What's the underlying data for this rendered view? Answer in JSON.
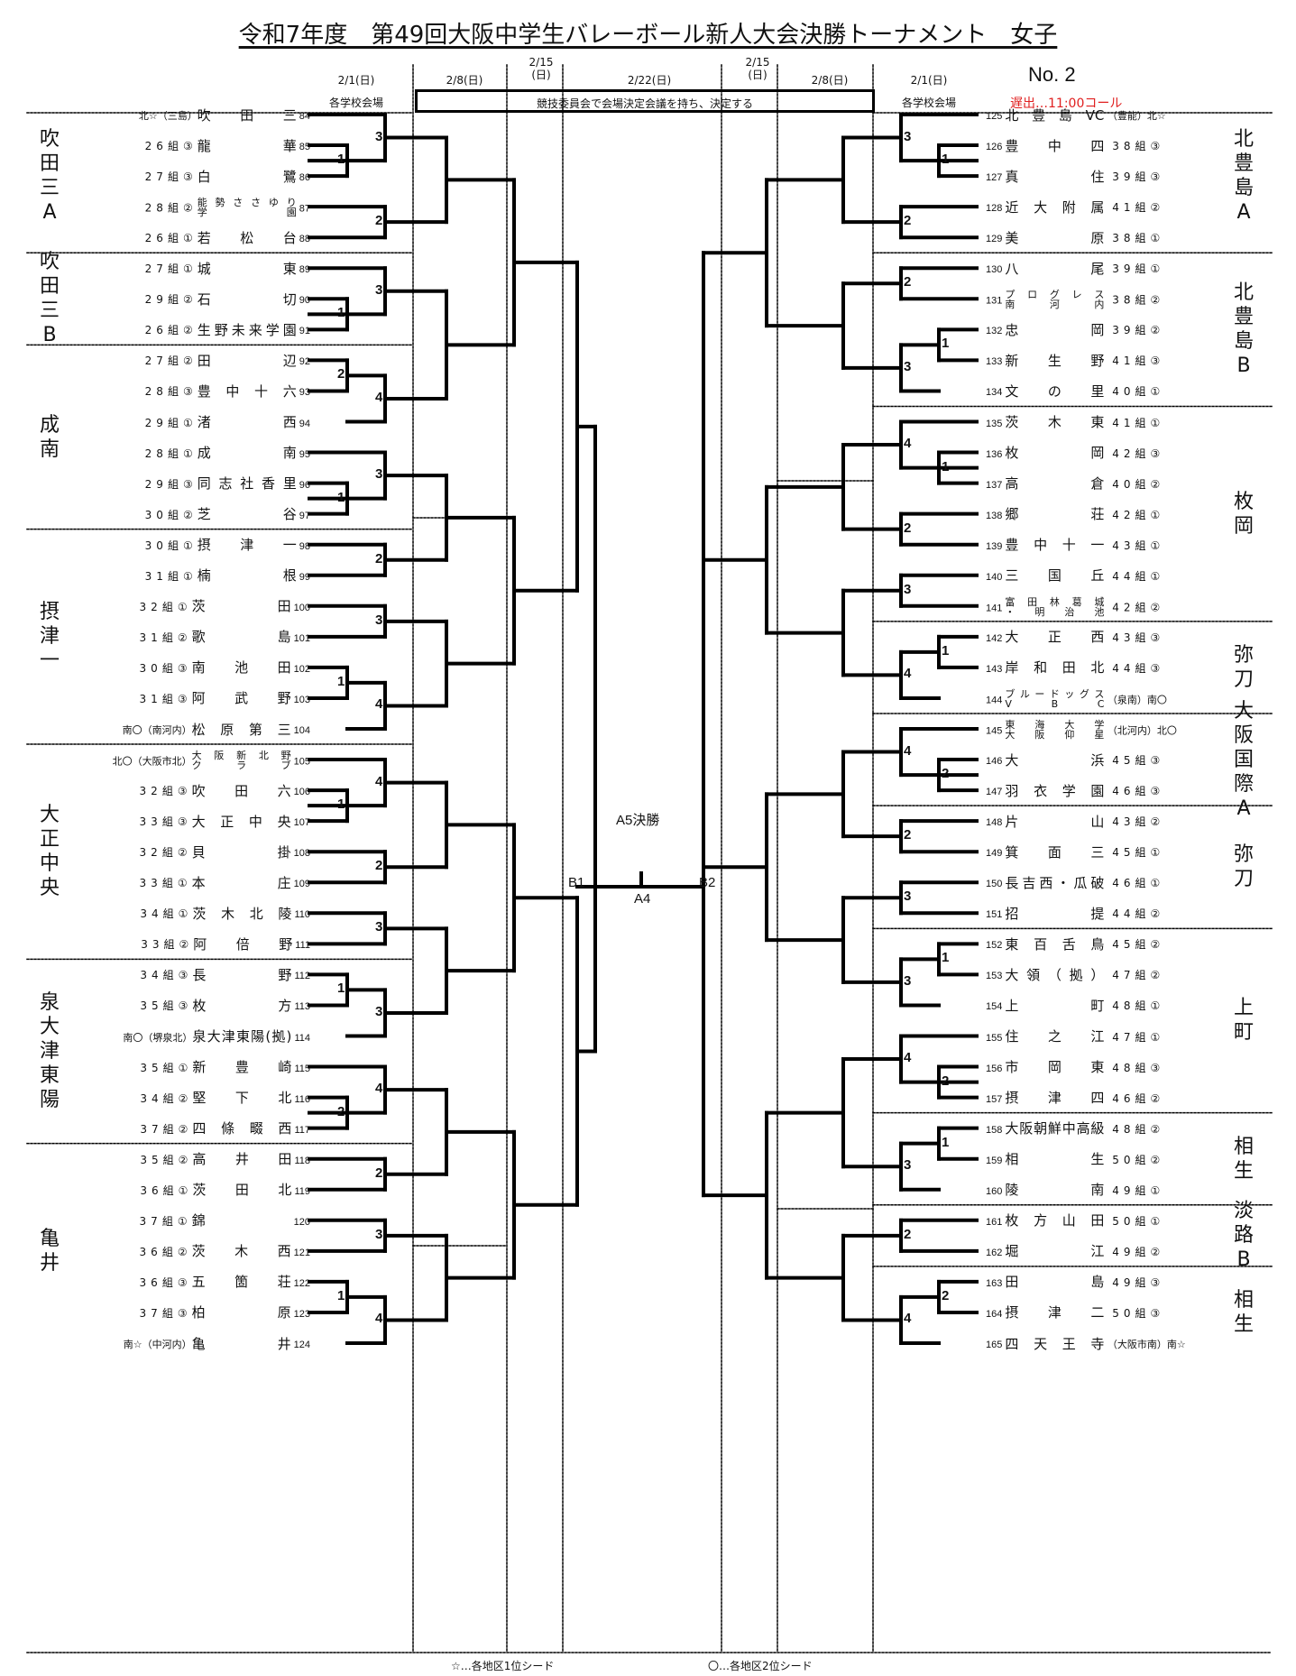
{
  "title": "令和7年度　第49回大阪中学生バレーボール新人大会決勝トーナメント　女子",
  "page_no": "No. 2",
  "late_call": "遅出…11:00コール",
  "committee_note": "競技委員会で会場決定会議を持ち、決定する",
  "schedule_left": [
    {
      "date": "2/1(日)",
      "venue": "各学校会場"
    },
    {
      "date": "2/8(日)"
    },
    {
      "date": "2/15\n(日)"
    }
  ],
  "schedule_center": "2/22(日)",
  "schedule_right": [
    {
      "date": "2/15\n(日)"
    },
    {
      "date": "2/8(日)"
    },
    {
      "date": "2/1(日)",
      "venue": "各学校会場"
    }
  ],
  "final": {
    "label": "A5決勝",
    "center_match": "A4",
    "left_semi": "B1",
    "right_semi": "B2"
  },
  "legend": {
    "star": "☆…各地区1位シード",
    "circle": "〇…各地区2位シード"
  },
  "left_groups": [
    {
      "name": "吹田三A",
      "chars": [
        "吹",
        "田",
        "三",
        "A"
      ]
    },
    {
      "name": "吹田三B",
      "chars": [
        "吹",
        "田",
        "三",
        "B"
      ]
    },
    {
      "name": "成南",
      "chars": [
        "成",
        "南"
      ]
    },
    {
      "name": "摂津一",
      "chars": [
        "摂",
        "津",
        "一"
      ]
    },
    {
      "name": "大正中央",
      "chars": [
        "大",
        "正",
        "中",
        "央"
      ]
    },
    {
      "name": "泉大津東陽",
      "chars": [
        "泉",
        "大",
        "津",
        "東",
        "陽"
      ]
    },
    {
      "name": "亀井",
      "chars": [
        "亀",
        "井"
      ]
    }
  ],
  "right_groups": [
    {
      "name": "北豊島A",
      "chars": [
        "北",
        "豊",
        "島",
        "A"
      ]
    },
    {
      "name": "北豊島B",
      "chars": [
        "北",
        "豊",
        "島",
        "B"
      ]
    },
    {
      "name": "枚岡",
      "chars": [
        "枚",
        "岡"
      ]
    },
    {
      "name": "弥刀",
      "chars": [
        "弥",
        "刀"
      ]
    },
    {
      "name": "大阪国際A",
      "chars": [
        "大",
        "阪",
        "国",
        "際",
        "A"
      ]
    },
    {
      "name": "弥刀",
      "chars": [
        "弥",
        "刀"
      ]
    },
    {
      "name": "上町",
      "chars": [
        "上",
        "町"
      ]
    },
    {
      "name": "相生",
      "chars": [
        "相",
        "生"
      ]
    },
    {
      "name": "淡路B",
      "chars": [
        "淡",
        "路",
        "B"
      ]
    },
    {
      "name": "相生",
      "chars": [
        "相",
        "生"
      ]
    }
  ],
  "left_teams": [
    {
      "no": "84",
      "seed": "北☆（三島）",
      "name": "吹田三"
    },
    {
      "no": "85",
      "seed": "26組③",
      "name": "龍華"
    },
    {
      "no": "86",
      "seed": "27組③",
      "name": "白鷺"
    },
    {
      "no": "87",
      "seed": "28組②",
      "name": "能勢ささゆり学園",
      "line1": "能勢ささゆり",
      "line2": "学　　　　園"
    },
    {
      "no": "88",
      "seed": "26組①",
      "name": "若松台"
    },
    {
      "no": "89",
      "seed": "27組①",
      "name": "城東"
    },
    {
      "no": "90",
      "seed": "29組②",
      "name": "石切"
    },
    {
      "no": "91",
      "seed": "26組②",
      "name": "生野未来学園"
    },
    {
      "no": "92",
      "seed": "27組②",
      "name": "田辺"
    },
    {
      "no": "93",
      "seed": "28組③",
      "name": "豊中十六"
    },
    {
      "no": "94",
      "seed": "29組①",
      "name": "渚西"
    },
    {
      "no": "95",
      "seed": "28組①",
      "name": "成南"
    },
    {
      "no": "96",
      "seed": "29組③",
      "name": "同志社香里"
    },
    {
      "no": "97",
      "seed": "30組②",
      "name": "芝谷"
    },
    {
      "no": "98",
      "seed": "30組①",
      "name": "摂津一"
    },
    {
      "no": "99",
      "seed": "31組①",
      "name": "楠根"
    },
    {
      "no": "100",
      "seed": "32組①",
      "name": "茨田"
    },
    {
      "no": "101",
      "seed": "31組②",
      "name": "歌島"
    },
    {
      "no": "102",
      "seed": "30組③",
      "name": "南池田"
    },
    {
      "no": "103",
      "seed": "31組③",
      "name": "阿武野"
    },
    {
      "no": "104",
      "seed": "南〇（南河内）",
      "name": "松原第三"
    },
    {
      "no": "105",
      "seed": "北〇（大阪市北）",
      "name": "大阪新北野クラブ",
      "line1": "大阪新北野",
      "line2": "ク　ラ　ブ"
    },
    {
      "no": "106",
      "seed": "32組③",
      "name": "吹田六"
    },
    {
      "no": "107",
      "seed": "33組③",
      "name": "大正中央"
    },
    {
      "no": "108",
      "seed": "32組②",
      "name": "貝掛"
    },
    {
      "no": "109",
      "seed": "33組①",
      "name": "本庄"
    },
    {
      "no": "110",
      "seed": "34組①",
      "name": "茨木北陵"
    },
    {
      "no": "111",
      "seed": "33組②",
      "name": "阿倍野"
    },
    {
      "no": "112",
      "seed": "34組③",
      "name": "長野"
    },
    {
      "no": "113",
      "seed": "35組③",
      "name": "枚方"
    },
    {
      "no": "114",
      "seed": "南〇（堺泉北）",
      "name": "泉大津東陽(拠)"
    },
    {
      "no": "115",
      "seed": "35組①",
      "name": "新豊崎"
    },
    {
      "no": "116",
      "seed": "34組②",
      "name": "堅下北"
    },
    {
      "no": "117",
      "seed": "37組②",
      "name": "四條畷西"
    },
    {
      "no": "118",
      "seed": "35組②",
      "name": "高井田"
    },
    {
      "no": "119",
      "seed": "36組①",
      "name": "茨田北"
    },
    {
      "no": "120",
      "seed": "37組①",
      "name": "錦"
    },
    {
      "no": "121",
      "seed": "36組②",
      "name": "茨木西"
    },
    {
      "no": "122",
      "seed": "36組③",
      "name": "五箇荘"
    },
    {
      "no": "123",
      "seed": "37組③",
      "name": "柏原"
    },
    {
      "no": "124",
      "seed": "南☆（中河内）",
      "name": "亀井"
    }
  ],
  "right_teams": [
    {
      "no": "125",
      "name": "北豊島VC",
      "seed": "（豊能）北☆"
    },
    {
      "no": "126",
      "name": "豊中四",
      "seed": "38組③"
    },
    {
      "no": "127",
      "name": "真住",
      "seed": "39組③"
    },
    {
      "no": "128",
      "name": "近大附属",
      "seed": "41組②"
    },
    {
      "no": "129",
      "name": "美原",
      "seed": "38組①"
    },
    {
      "no": "130",
      "name": "八尾",
      "seed": "39組①"
    },
    {
      "no": "131",
      "name": "プログレス南河内",
      "line1": "プログレス",
      "line2": "南　河　内",
      "seed": "38組②"
    },
    {
      "no": "132",
      "name": "忠岡",
      "seed": "39組②"
    },
    {
      "no": "133",
      "name": "新生野",
      "seed": "41組③"
    },
    {
      "no": "134",
      "name": "文の里",
      "seed": "40組①"
    },
    {
      "no": "135",
      "name": "茨木東",
      "seed": "41組①"
    },
    {
      "no": "136",
      "name": "枚岡",
      "seed": "42組③"
    },
    {
      "no": "137",
      "name": "高倉",
      "seed": "40組②"
    },
    {
      "no": "138",
      "name": "郷荘",
      "seed": "42組①"
    },
    {
      "no": "139",
      "name": "豊中十一",
      "seed": "43組①"
    },
    {
      "no": "140",
      "name": "三国丘",
      "seed": "44組①"
    },
    {
      "no": "141",
      "name": "富田林葛城・明治池",
      "line1": "富田林葛城",
      "line2": "・　明　治　池",
      "seed": "42組②"
    },
    {
      "no": "142",
      "name": "大正西",
      "seed": "43組③"
    },
    {
      "no": "143",
      "name": "岸和田北",
      "seed": "44組③"
    },
    {
      "no": "144",
      "name": "ブルードッグスVBC",
      "line1": "ブルードッグス",
      "line2": "V　B　C",
      "seed": "（泉南）南〇"
    },
    {
      "no": "145",
      "name": "東海大学大阪仰星",
      "line1": "東海大学",
      "line2": "大阪仰星",
      "seed": "（北河内）北〇"
    },
    {
      "no": "146",
      "name": "大浜",
      "seed": "45組③"
    },
    {
      "no": "147",
      "name": "羽衣学園",
      "seed": "46組③"
    },
    {
      "no": "148",
      "name": "片山",
      "seed": "43組②"
    },
    {
      "no": "149",
      "name": "箕面三",
      "seed": "45組①"
    },
    {
      "no": "150",
      "name": "長吉西・瓜破",
      "seed": "46組①"
    },
    {
      "no": "151",
      "name": "招提",
      "seed": "44組②"
    },
    {
      "no": "152",
      "name": "東百舌鳥",
      "seed": "45組②"
    },
    {
      "no": "153",
      "name": "大領（拠）",
      "seed": "47組②"
    },
    {
      "no": "154",
      "name": "上町",
      "seed": "48組①"
    },
    {
      "no": "155",
      "name": "住之江",
      "seed": "47組①"
    },
    {
      "no": "156",
      "name": "市岡東",
      "seed": "48組③"
    },
    {
      "no": "157",
      "name": "摂津四",
      "seed": "46組②"
    },
    {
      "no": "158",
      "name": "大阪朝鮮中高級",
      "seed": "48組②"
    },
    {
      "no": "159",
      "name": "相生",
      "seed": "50組②"
    },
    {
      "no": "160",
      "name": "陵南",
      "seed": "49組①"
    },
    {
      "no": "161",
      "name": "枚方山田",
      "seed": "50組①"
    },
    {
      "no": "162",
      "name": "堀江",
      "seed": "49組②"
    },
    {
      "no": "163",
      "name": "田島",
      "seed": "49組③"
    },
    {
      "no": "164",
      "name": "摂津二",
      "seed": "50組③"
    },
    {
      "no": "165",
      "name": "四天王寺",
      "seed": "（大阪市南）南☆"
    }
  ],
  "left_match_labels": [
    "3",
    "1",
    "2",
    "3",
    "1",
    "2",
    "4",
    "3",
    "1",
    "2",
    "3",
    "1",
    "4",
    "4",
    "1",
    "2",
    "3",
    "1",
    "3",
    "4",
    "2",
    "2",
    "3",
    "1",
    "4"
  ],
  "right_match_labels": [
    "3",
    "1",
    "2",
    "2",
    "1",
    "3",
    "4",
    "1",
    "2",
    "3",
    "1",
    "4",
    "4",
    "2",
    "2",
    "3",
    "1",
    "3",
    "4",
    "2",
    "1",
    "3",
    "2",
    "2",
    "4"
  ]
}
